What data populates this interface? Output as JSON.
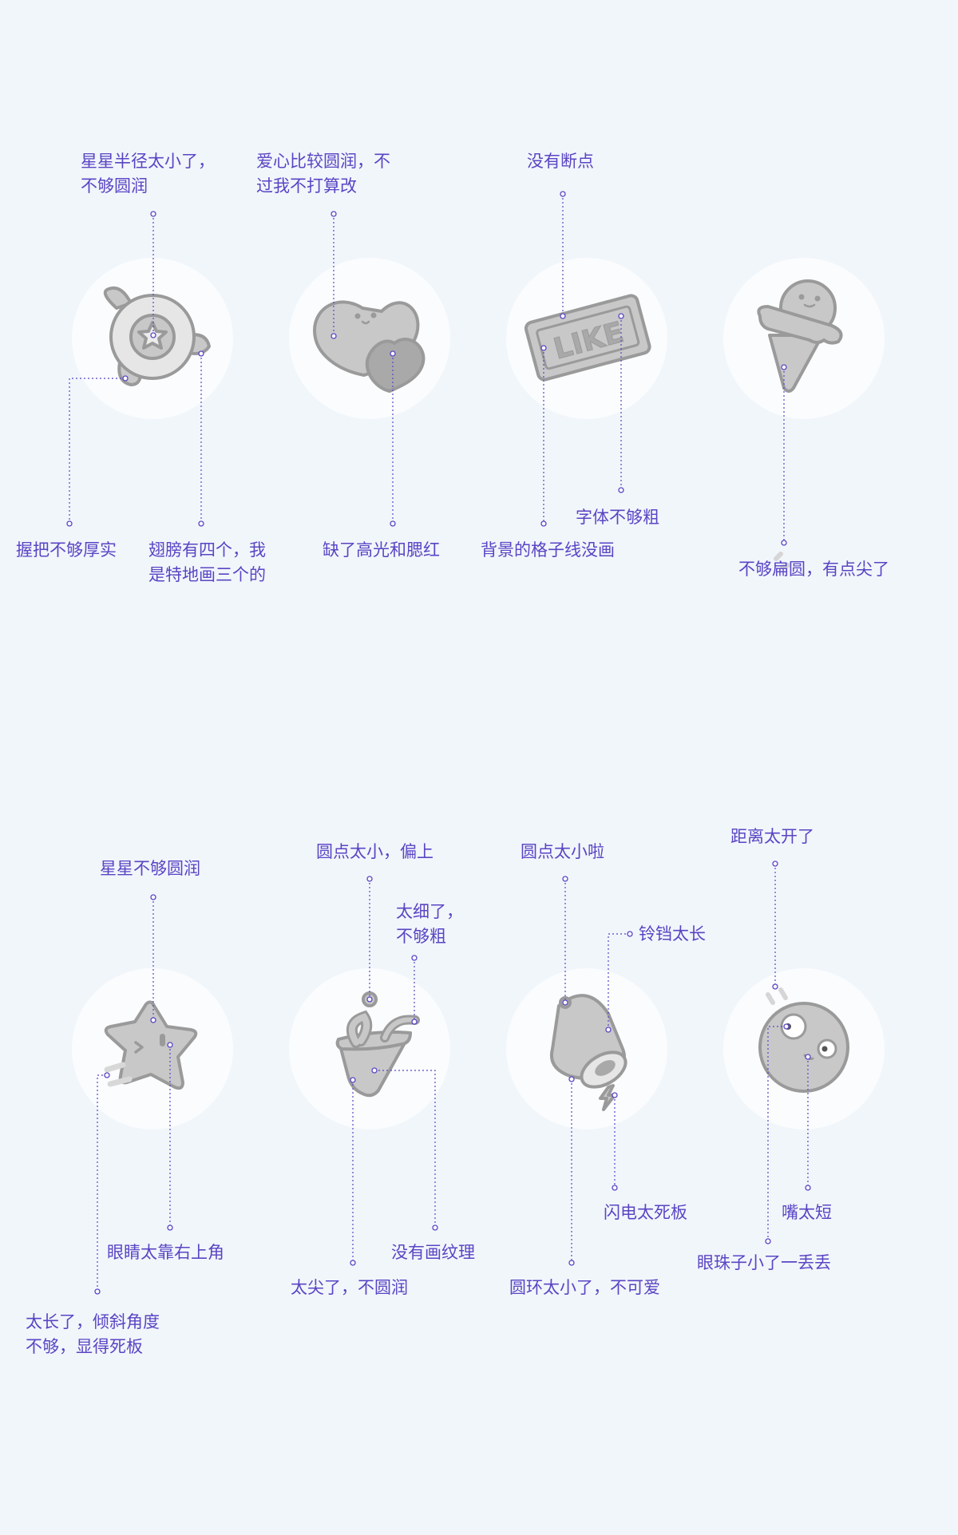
{
  "colors": {
    "background": "#f1f6fb",
    "circle": "#fafcfe",
    "annotation": "#5a45c4",
    "icon_fill": "#c8c8c8",
    "icon_dark": "#a9a9a9",
    "icon_stroke": "#9a9a9a"
  },
  "rows": [
    {
      "icons": [
        {
          "icon": "lollipop-star-icon",
          "notes": [
            {
              "id": "l1a",
              "text": "星星半径太小了，\n不够圆润"
            },
            {
              "id": "l1b",
              "text": "握把不够厚实"
            },
            {
              "id": "l1c",
              "text": "翅膀有四个，我\n是特地画三个的"
            }
          ]
        },
        {
          "icon": "hearts-icon",
          "notes": [
            {
              "id": "l2a",
              "text": "爱心比较圆润，不\n过我不打算改"
            },
            {
              "id": "l2b",
              "text": "缺了高光和腮红"
            }
          ]
        },
        {
          "icon": "like-sign-icon",
          "notes": [
            {
              "id": "l3a",
              "text": "没有断点"
            },
            {
              "id": "l3b",
              "text": "字体不够粗"
            },
            {
              "id": "l3c",
              "text": "背景的格子线没画"
            }
          ]
        },
        {
          "icon": "ice-cream-icon",
          "notes": [
            {
              "id": "l4a",
              "text": "不够扁圆，有点尖了"
            }
          ]
        }
      ]
    },
    {
      "icons": [
        {
          "icon": "star-face-icon",
          "notes": [
            {
              "id": "l5a",
              "text": "星星不够圆润"
            },
            {
              "id": "l5b",
              "text": "眼睛太靠右上角"
            },
            {
              "id": "l5c",
              "text": "太长了，倾斜角度\n不够，显得死板"
            }
          ]
        },
        {
          "icon": "bag-candy-icon",
          "notes": [
            {
              "id": "l6a",
              "text": "圆点太小，偏上"
            },
            {
              "id": "l6b",
              "text": "太细了，\n不够粗"
            },
            {
              "id": "l6c",
              "text": "没有画纹理"
            },
            {
              "id": "l6d",
              "text": "太尖了，不圆润"
            }
          ]
        },
        {
          "icon": "bell-icon",
          "notes": [
            {
              "id": "l7a",
              "text": "圆点太小啦"
            },
            {
              "id": "l7b",
              "text": "铃铛太长"
            },
            {
              "id": "l7c",
              "text": "闪电太死板"
            },
            {
              "id": "l7d",
              "text": "圆环太小了，不可爱"
            }
          ]
        },
        {
          "icon": "ball-face-icon",
          "notes": [
            {
              "id": "l8a",
              "text": "距离太开了"
            },
            {
              "id": "l8b",
              "text": "嘴太短"
            },
            {
              "id": "l8c",
              "text": "眼珠子小了一丢丢"
            }
          ]
        }
      ]
    }
  ]
}
